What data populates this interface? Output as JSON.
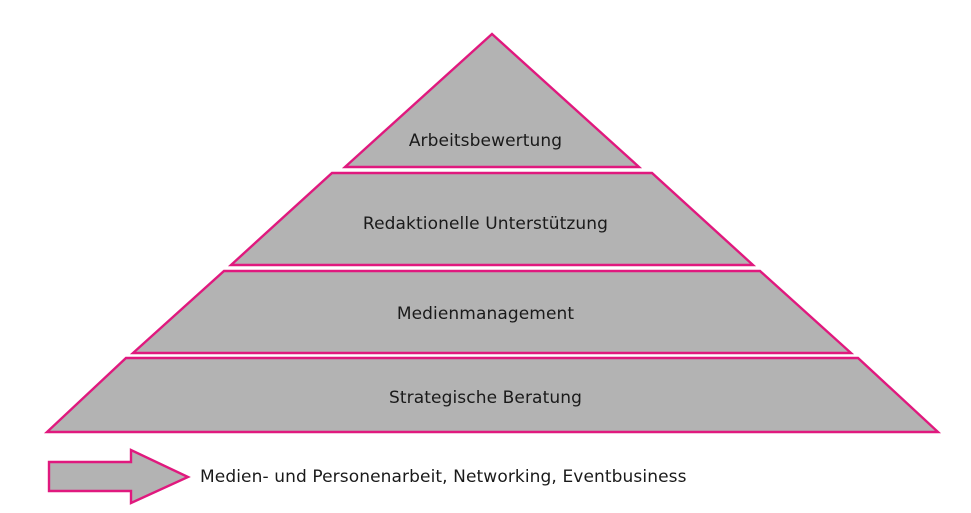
{
  "diagram": {
    "type": "pyramid",
    "shape_fill_color": "#b3b3b3",
    "shape_outline_color": "#e0197e",
    "background_color": "#ffffff",
    "text_color": "#1a1a1a",
    "tiers": [
      {
        "level": 1,
        "label": "Arbeitsbewertung"
      },
      {
        "level": 2,
        "label": "Redaktionelle Unterstützung"
      },
      {
        "level": 3,
        "label": "Medienmanagement"
      },
      {
        "level": 4,
        "label": "Strategische Beratung"
      }
    ],
    "footnote": {
      "arrow_icon": "right-block-arrow-icon",
      "label": "Medien- und Personenarbeit, Networking, Eventbusiness"
    }
  }
}
